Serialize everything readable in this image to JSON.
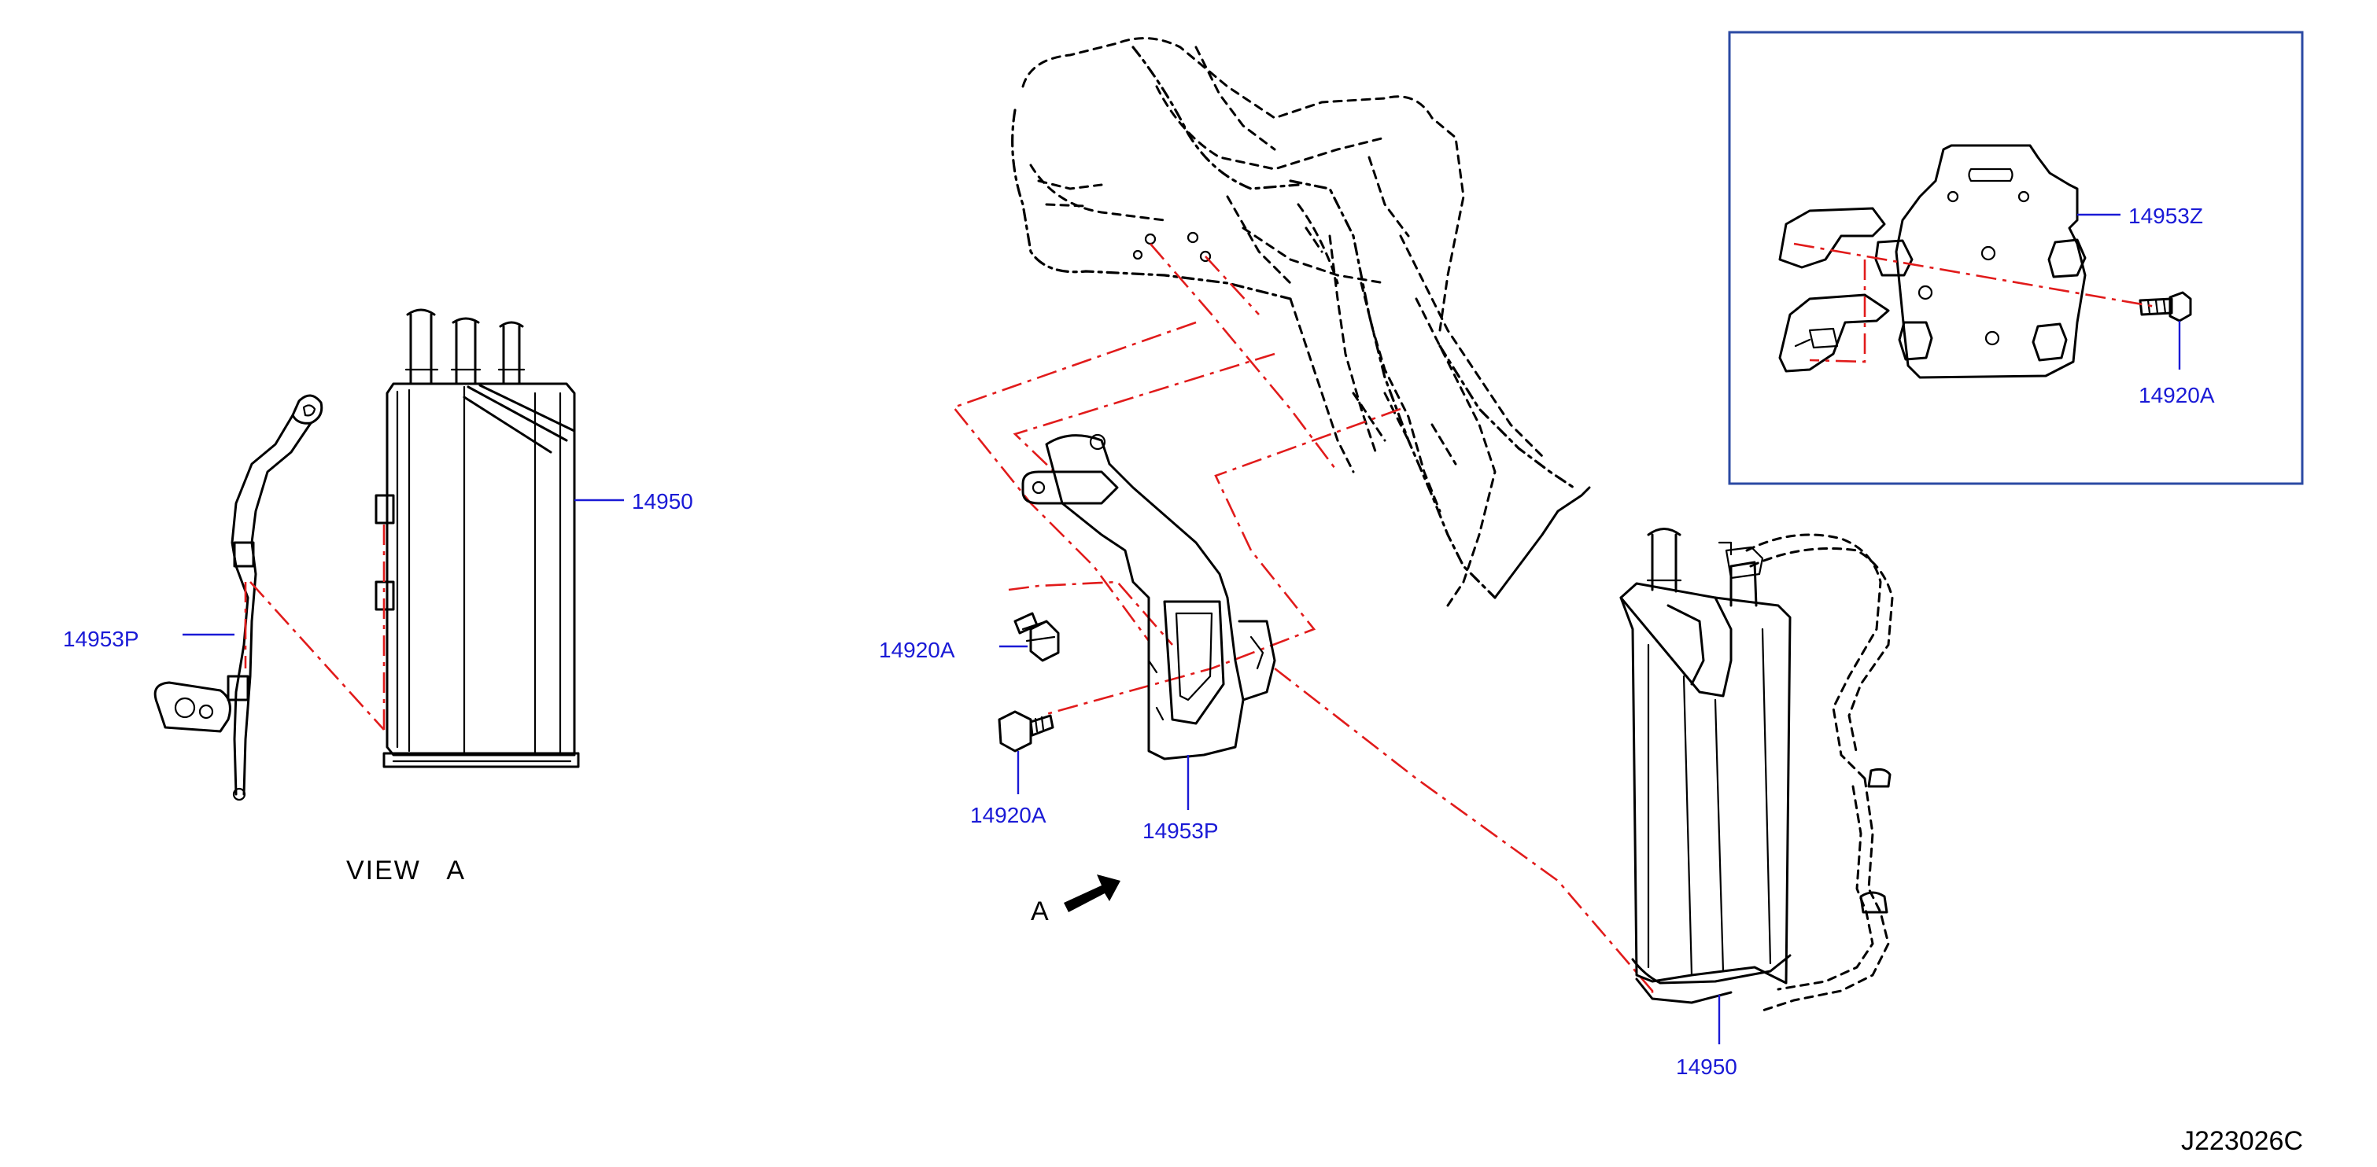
{
  "diagram": {
    "code": "J223026C",
    "view_label": "VIEW   A",
    "arrow_label": "A",
    "colors": {
      "leader": "#1a1ad6",
      "centerline": "#e11b1b",
      "outline": "#000000",
      "inset_border": "#2b4aa3"
    },
    "callouts": {
      "view_canister": "14950",
      "view_bracket": "14953P",
      "bolt_upper": "14920A",
      "bolt_lower": "14920A",
      "bracket_main": "14953P",
      "canister_main": "14950",
      "inset_bracket": "14953Z",
      "inset_bolt": "14920A"
    }
  }
}
